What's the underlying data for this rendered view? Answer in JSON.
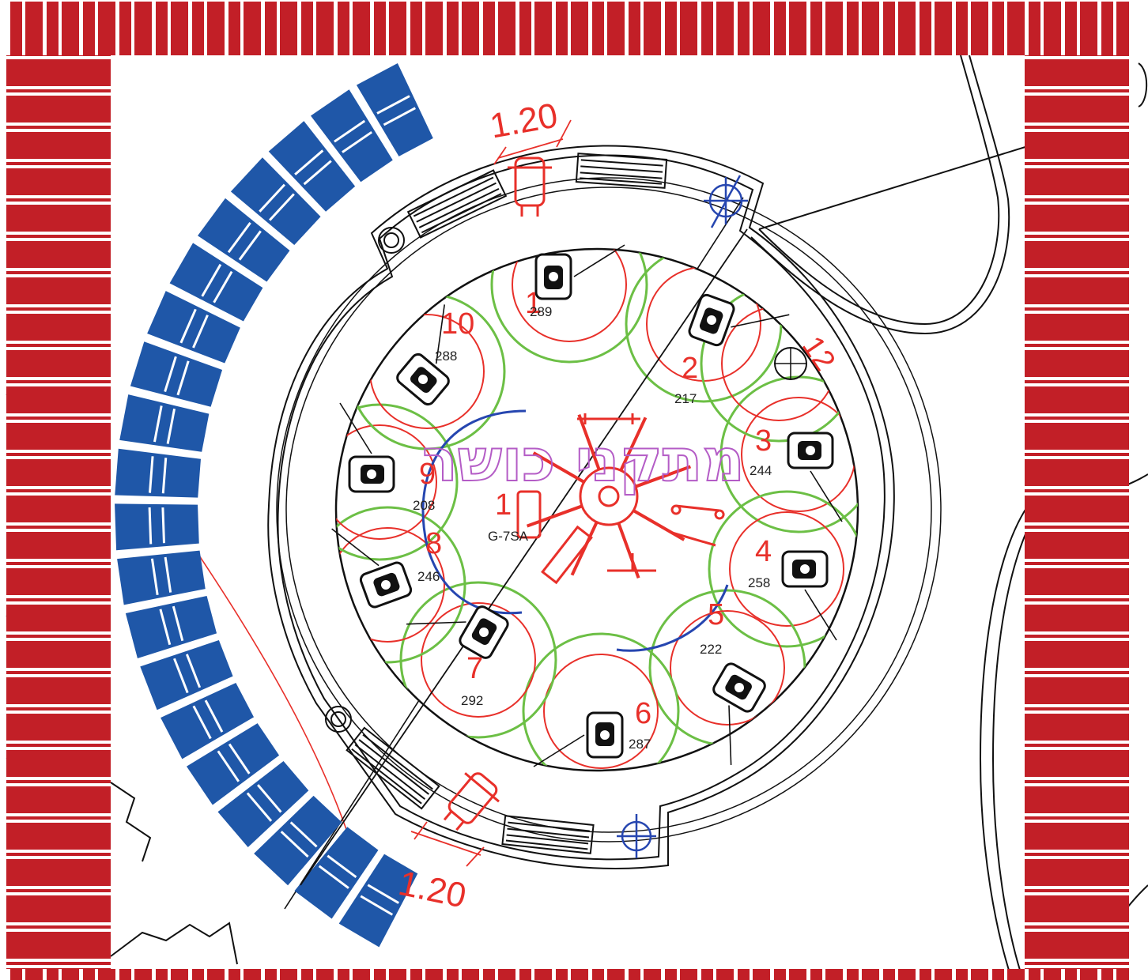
{
  "title": "מתקני כושר",
  "dimension_top": "1.20",
  "dimension_bottom": "1.20",
  "center_code": "G-7SA",
  "center_number": "1",
  "stations": [
    {
      "number": "1",
      "code": "289"
    },
    {
      "number": "2",
      "code": "217"
    },
    {
      "number": "3",
      "code": "244"
    },
    {
      "number": "4",
      "code": "258"
    },
    {
      "number": "5",
      "code": "222"
    },
    {
      "number": "6",
      "code": "287"
    },
    {
      "number": "7",
      "code": "292"
    },
    {
      "number": "8",
      "code": "246"
    },
    {
      "number": "9",
      "code": "208"
    },
    {
      "number": "10",
      "code": "288"
    },
    {
      "number": "12",
      "code": ""
    }
  ],
  "colors": {
    "border": "#c21f27",
    "bench": "#1f57a8",
    "zone_inner": "#e8302a",
    "zone_outer": "#6cbf45",
    "path": "#2646b0",
    "title": "#b45cc6",
    "lines": "#111111"
  },
  "icons": [
    "fitness-equipment-icon",
    "bench-icon",
    "lamp-post-icon",
    "drain-icon"
  ]
}
